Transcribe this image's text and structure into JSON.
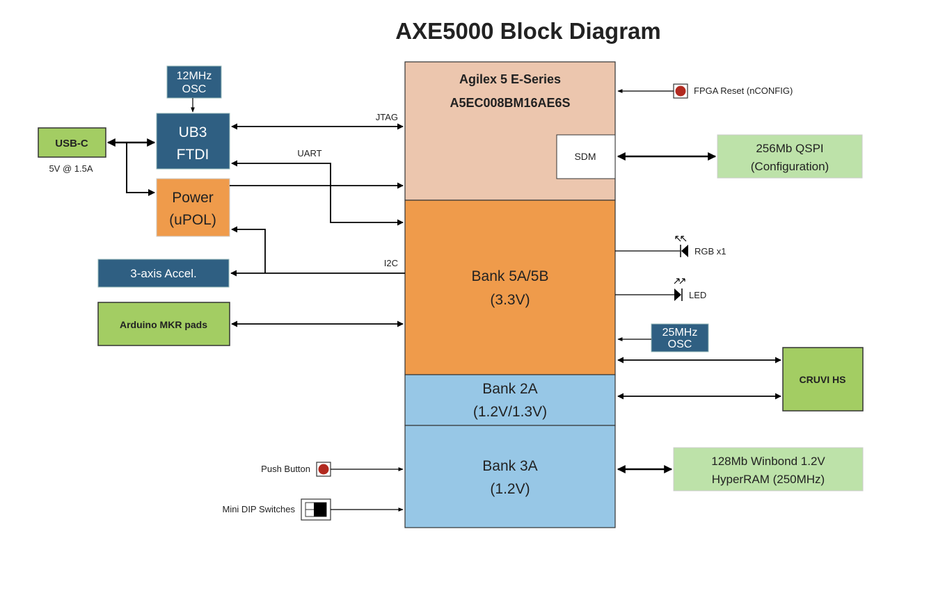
{
  "title": "AXE5000 Block Diagram",
  "colors": {
    "fpga_top": "#ecc6ae",
    "bank_orange": "#ef9b4b",
    "bank_blue": "#97c7e6",
    "navy_block": "#2f5f82",
    "green_bold": "#a3cd63",
    "green_light": "#bde2a9",
    "power": "#ef9b4b",
    "button_red": "#b22a20"
  },
  "blocks": {
    "usb_c": {
      "label": "USB-C",
      "sublabel": "5V @ 1.5A"
    },
    "osc_12": {
      "line1": "12MHz",
      "line2": "OSC"
    },
    "ftdi": {
      "line1": "UB3",
      "line2": "FTDI"
    },
    "power": {
      "line1": "Power",
      "line2": "(uPOL)"
    },
    "accel": {
      "label": "3-axis Accel."
    },
    "arduino": {
      "label": "Arduino MKR pads"
    },
    "fpga": {
      "line1": "Agilex 5 E-Series",
      "line2": "A5EC008BM16AE6S"
    },
    "sdm": {
      "label": "SDM"
    },
    "bank5": {
      "line1": "Bank 5A/5B",
      "line2": "(3.3V)"
    },
    "bank2": {
      "line1": "Bank 2A",
      "line2": "(1.2V/1.3V)"
    },
    "bank3": {
      "line1": "Bank 3A",
      "line2": "(1.2V)"
    },
    "qspi": {
      "line1": "256Mb QSPI",
      "line2": "(Configuration)"
    },
    "osc_25": {
      "line1": "25MHz",
      "line2": "OSC"
    },
    "cruvi": {
      "label": "CRUVI HS"
    },
    "hyperram": {
      "line1": "128Mb Winbond 1.2V",
      "line2": "HyperRAM (250MHz)"
    }
  },
  "signals": {
    "jtag": "JTAG",
    "uart": "UART",
    "i2c": "I2C"
  },
  "peripherals": {
    "fpga_reset": "FPGA Reset (nCONFIG)",
    "rgb": "RGB x1",
    "led": "LED",
    "push_button": "Push Button",
    "dip": "Mini DIP Switches"
  }
}
